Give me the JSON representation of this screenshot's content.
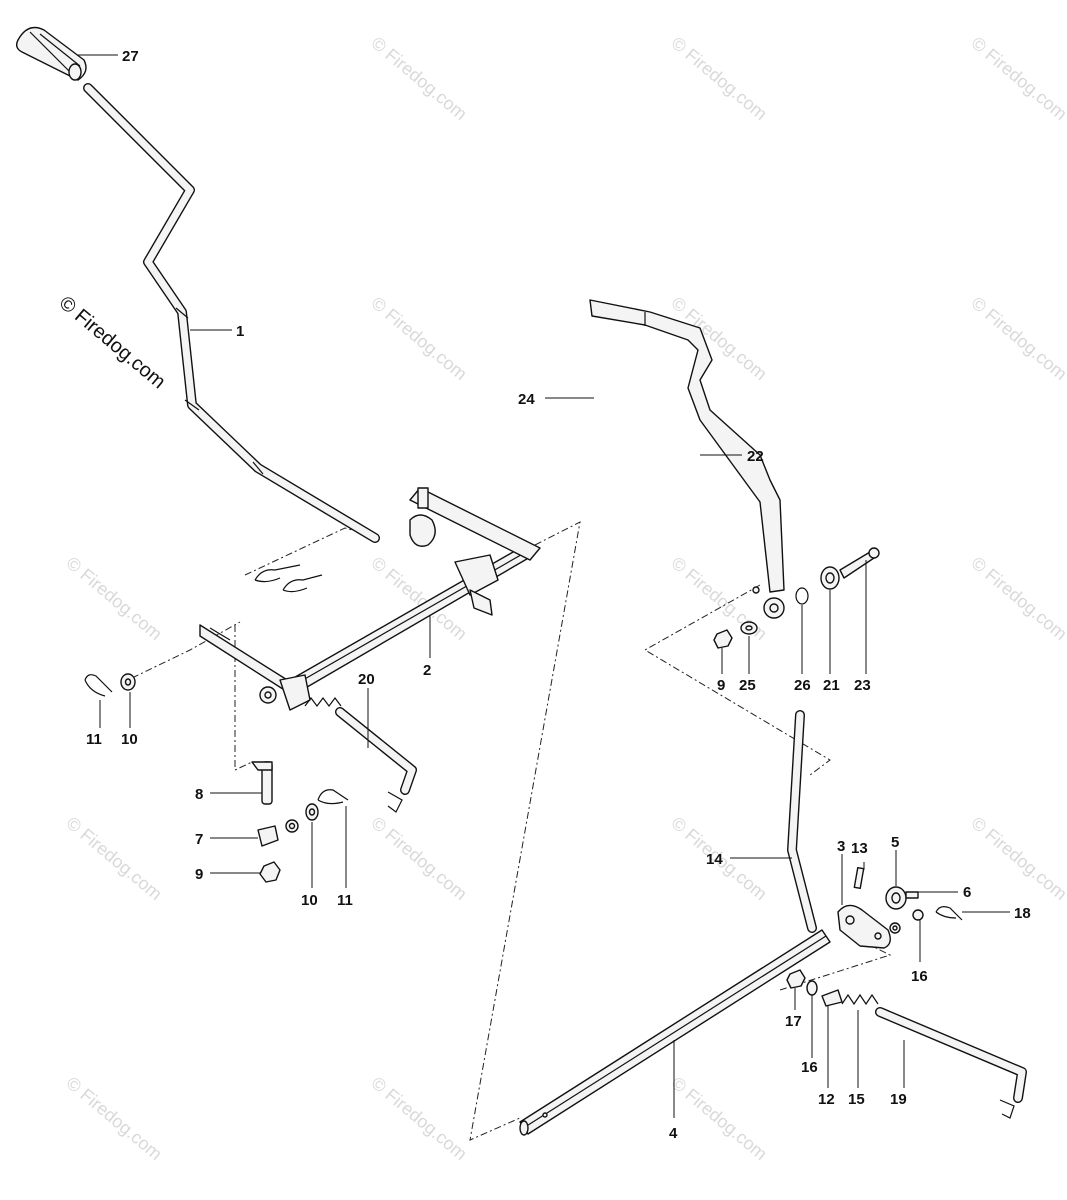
{
  "watermark": {
    "main": "© Firedog.com",
    "tile": "© Firedog.com"
  },
  "labels": {
    "p1": "1",
    "p2": "2",
    "p3": "3",
    "p4": "4",
    "p5": "5",
    "p6": "6",
    "p7": "7",
    "p8": "8",
    "p9a": "9",
    "p9b": "9",
    "p10a": "10",
    "p10b": "10",
    "p11a": "11",
    "p11b": "11",
    "p12": "12",
    "p13": "13",
    "p14": "14",
    "p15": "15",
    "p16a": "16",
    "p16b": "16",
    "p17": "17",
    "p18": "18",
    "p19": "19",
    "p20": "20",
    "p21": "21",
    "p22": "22",
    "p23": "23",
    "p24": "24",
    "p25": "25",
    "p26": "26",
    "p27": "27"
  }
}
